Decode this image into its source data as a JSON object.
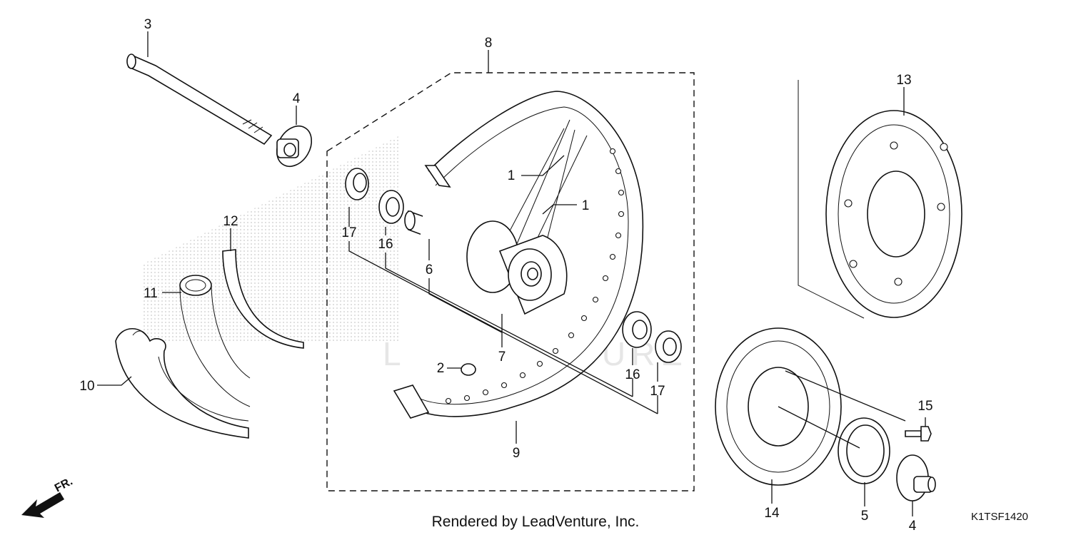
{
  "diagram": {
    "callouts": {
      "p3": "3",
      "p4a": "4",
      "p8": "8",
      "p13": "13",
      "p1a": "1",
      "p1b": "1",
      "p12": "12",
      "p17a": "17",
      "p16a": "16",
      "p6": "6",
      "p11": "11",
      "p7": "7",
      "p2": "2",
      "p16b": "16",
      "p17b": "17",
      "p10": "10",
      "p9": "9",
      "p15": "15",
      "p14": "14",
      "p5": "5",
      "p4b": "4"
    },
    "direction_label": "FR.",
    "credit": "Rendered by LeadVenture, Inc.",
    "diagram_code": "K1TSF1420",
    "watermark": "LEADVENTURE"
  }
}
